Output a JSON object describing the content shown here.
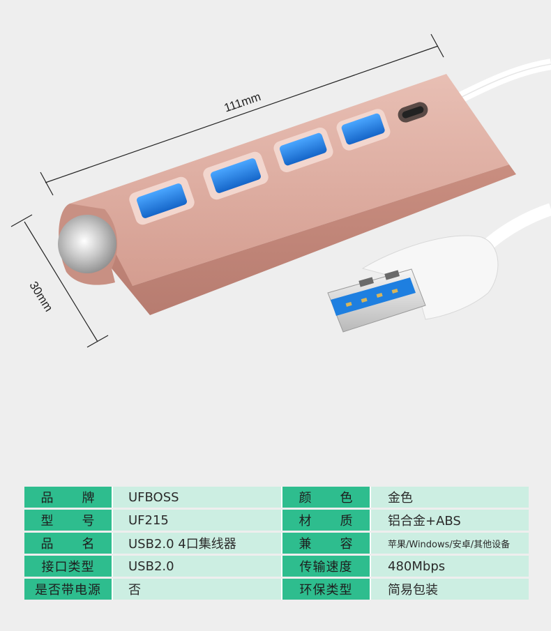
{
  "dimensions": {
    "length_label": "111mm",
    "height_label": "30mm"
  },
  "specs": {
    "rows": [
      {
        "key1": [
          "品",
          "牌"
        ],
        "val1": "UFBOSS",
        "key2": [
          "颜",
          "色"
        ],
        "val2": "金色"
      },
      {
        "key1": [
          "型",
          "号"
        ],
        "val1": "UF215",
        "key2": [
          "材",
          "质"
        ],
        "val2": "铝合金+ABS"
      },
      {
        "key1": [
          "品",
          "名"
        ],
        "val1": "USB2.0 4口集线器",
        "key2": [
          "兼",
          "容"
        ],
        "val2": "苹果/Windows/安卓/其他设备"
      },
      {
        "key1": [
          "接口类型"
        ],
        "val1": "USB2.0",
        "key2": [
          "传输速度"
        ],
        "val2": "480Mbps"
      },
      {
        "key1": [
          "是否带电源"
        ],
        "val1": "否",
        "key2": [
          "环保类型"
        ],
        "val2": "简易包装"
      }
    ]
  },
  "colors": {
    "key_bg": "#2ebd8e",
    "value_bg": "#cceee2",
    "hub_body": "#d9a79c",
    "usb_blue": "#1e7fe0"
  }
}
